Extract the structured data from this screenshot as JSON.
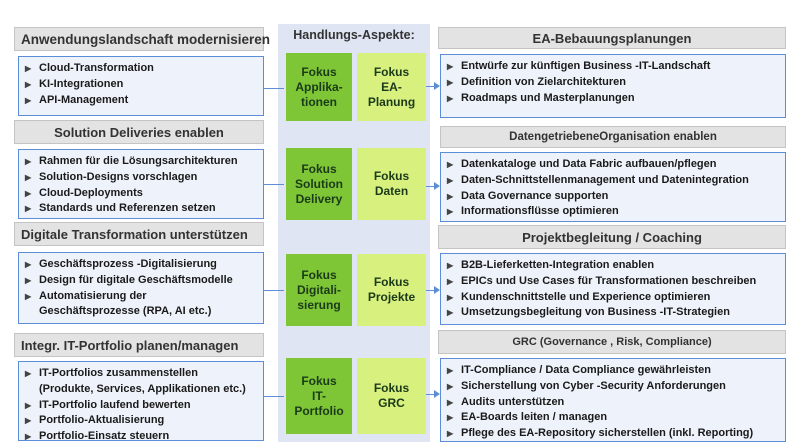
{
  "center": {
    "title": "Handlungs-Aspekte:",
    "rows": [
      {
        "left": "Fokus\nApplika-\ntionen",
        "right": "Fokus\nEA-\nPlanung"
      },
      {
        "left": "Fokus\nSolution\nDelivery",
        "right": "Fokus\nDaten"
      },
      {
        "left": "Fokus\nDigitali-\nsierung",
        "right": "Fokus\nProjekte"
      },
      {
        "left": "Fokus\nIT-\nPortfolio",
        "right": "Fokus\nGRC"
      }
    ]
  },
  "left": [
    {
      "title": "Anwendungslandschaft modernisieren",
      "items": [
        "Cloud-Transformation",
        "KI-Integrationen",
        "API-Management"
      ]
    },
    {
      "title": "Solution Deliveries enablen",
      "items": [
        "Rahmen für die Lösungsarchitekturen",
        "Solution-Designs vorschlagen",
        "Cloud-Deployments",
        "Standards und Referenzen setzen"
      ]
    },
    {
      "title": "Digitale Transformation unterstützen",
      "items": [
        "Geschäftsprozess -Digitalisierung",
        "Design für digitale Geschäftsmodelle",
        "Automatisierung der\nGeschäftsprozesse (RPA, AI etc.)"
      ]
    },
    {
      "title": "Integr. IT-Portfolio planen/managen",
      "items": [
        "IT-Portfolios zusammenstellen\n(Produkte, Services, Applikationen etc.)",
        "IT-Portfolio laufend bewerten",
        "Portfolio-Aktualisierung",
        "Portfolio-Einsatz steuern"
      ]
    }
  ],
  "right": [
    {
      "title": "EA-Bebauungsplanungen",
      "items": [
        "Entwürfe zur künftigen Business -IT-Landschaft",
        "Definition von Zielarchitekturen",
        "Roadmaps und Masterplanungen"
      ]
    },
    {
      "title": "DatengetriebeneOrganisation enablen",
      "items": [
        "Datenkataloge und Data Fabric aufbauen/pflegen",
        "Daten-Schnittstellenmanagement und Datenintegration",
        "Data Governance supporten",
        "Informationsflüsse optimieren"
      ]
    },
    {
      "title": "Projektbegleitung / Coaching",
      "items": [
        "B2B-Lieferketten-Integration enablen",
        "EPICs und Use Cases für Transformationen beschreiben",
        "Kundenschnittstelle und Experience optimieren",
        "Umsetzungsbegleitung von Business -IT-Strategien"
      ]
    },
    {
      "title": "GRC (Governance , Risk, Compliance)",
      "items": [
        "IT-Compliance / Data Compliance gewährleisten",
        "Sicherstellung von Cyber -Security Anforderungen",
        "Audits unterstützen",
        "EA-Boards leiten / managen",
        "Pflege des EA-Repository sicherstellen (inkl. Reporting)"
      ]
    }
  ]
}
